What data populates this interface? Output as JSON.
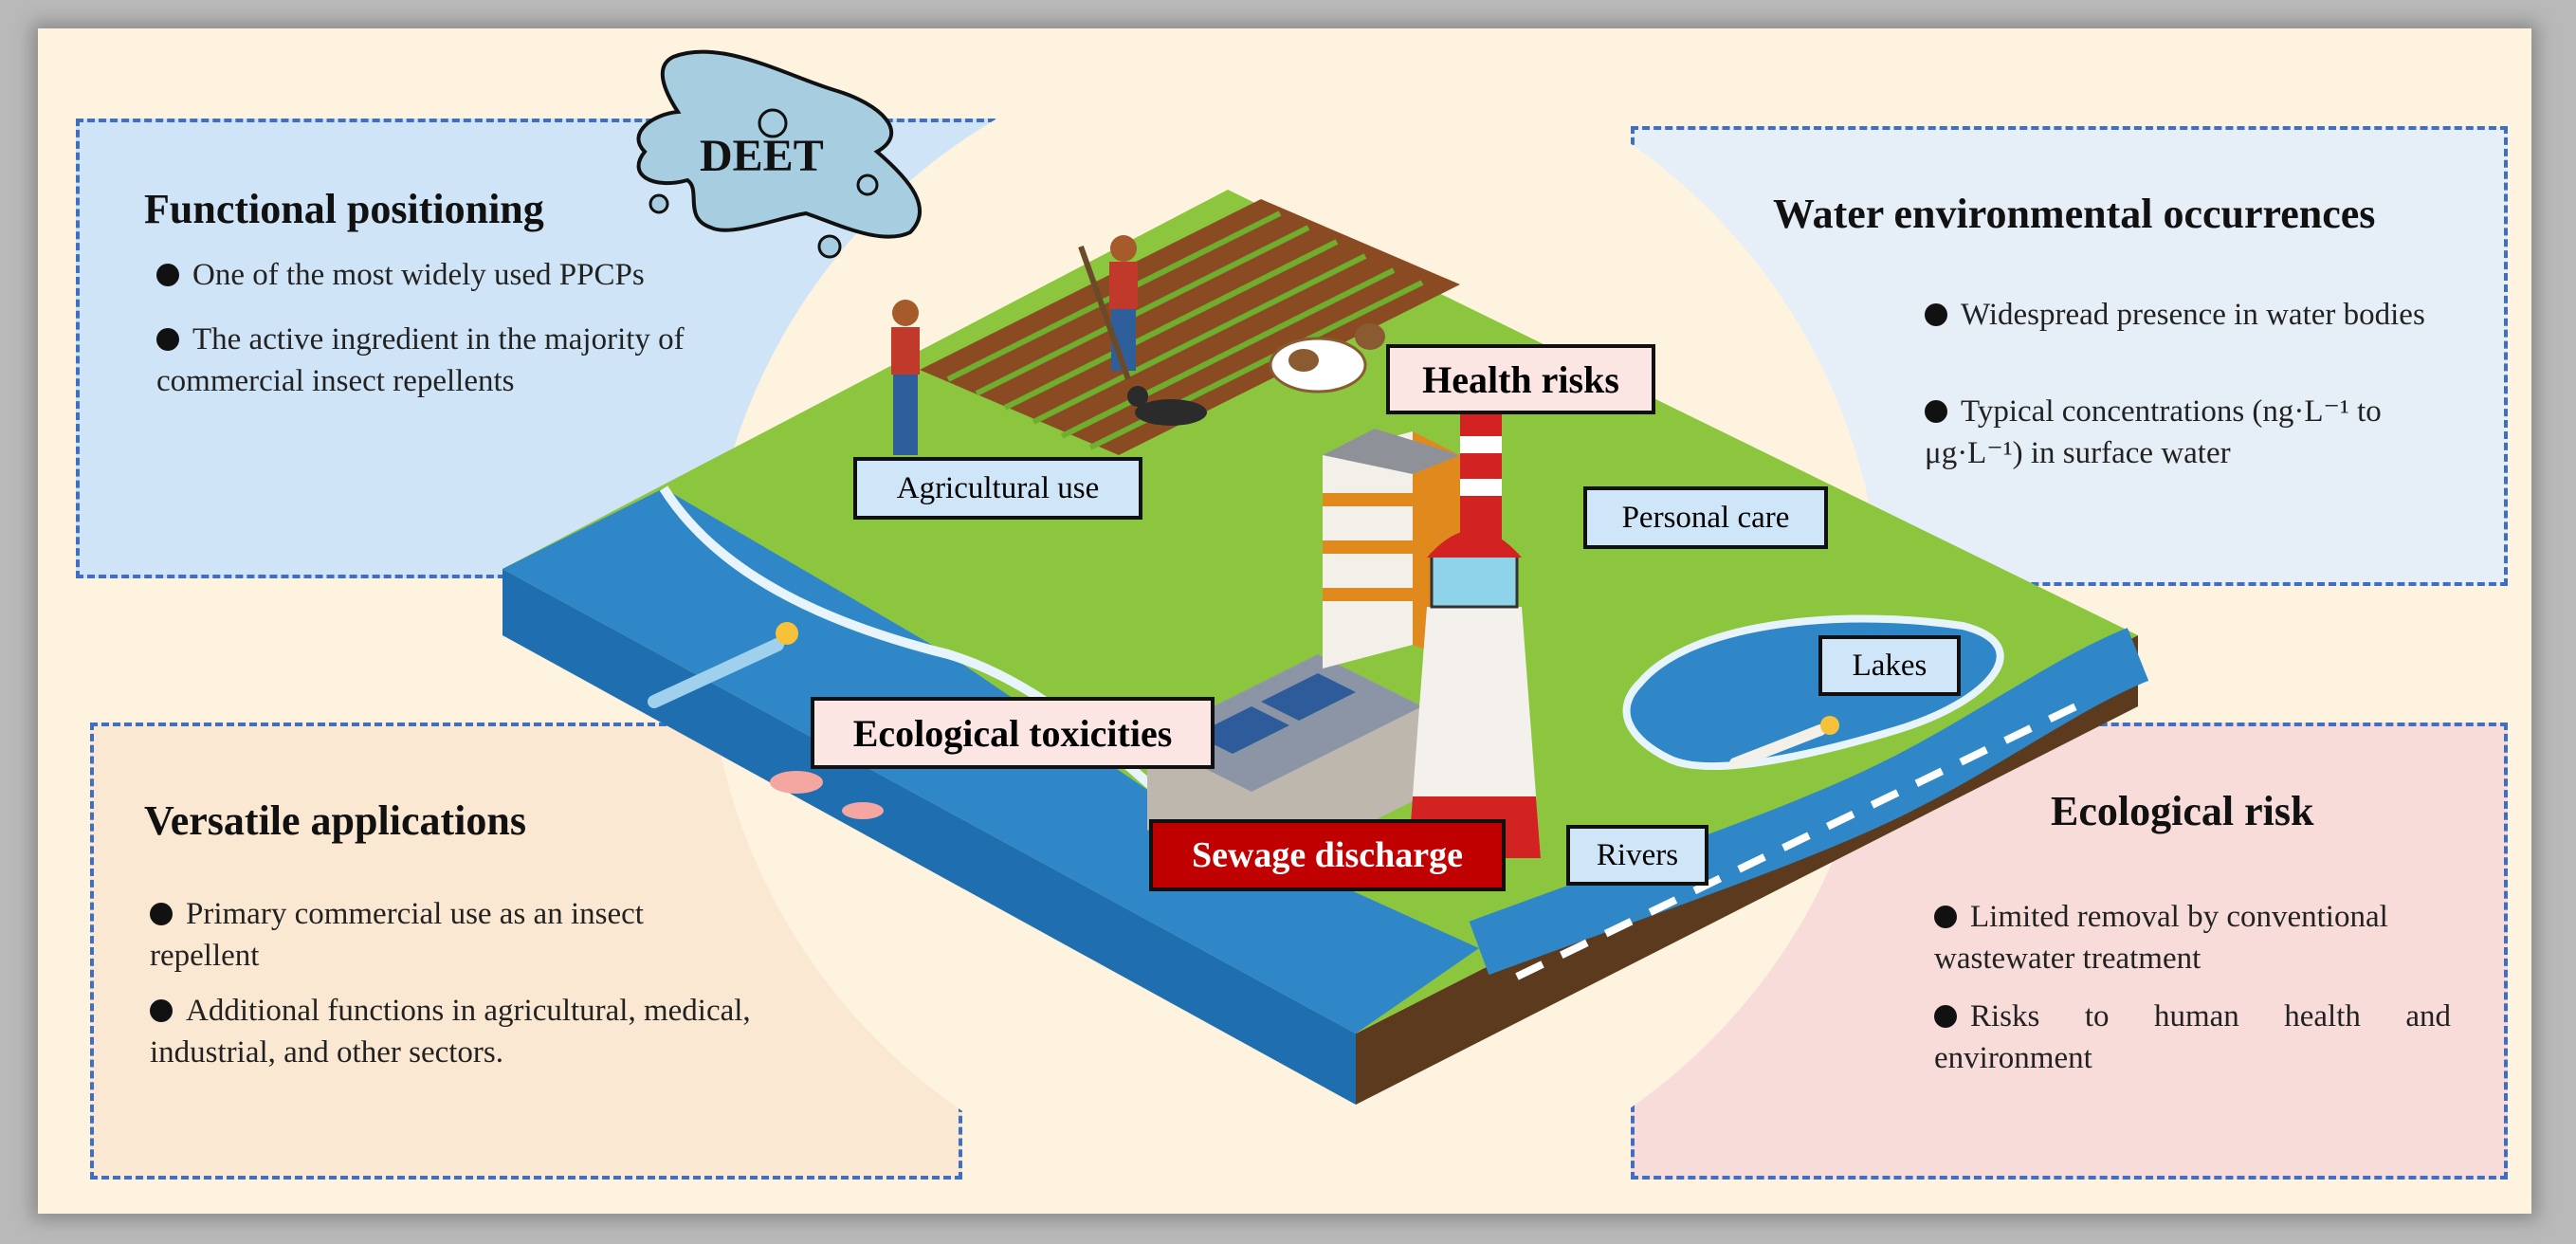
{
  "splash_label": "DEET",
  "panels": {
    "functional": {
      "title": "Functional positioning",
      "items": [
        "One of the most widely used PPCPs",
        "The active ingredient in the majority of commercial insect repellents"
      ]
    },
    "water": {
      "title": "Water environmental occurrences",
      "items": [
        "Widespread presence in water bodies",
        "Typical concentrations (ng·L⁻¹ to μg·L⁻¹) in surface water"
      ]
    },
    "versatile": {
      "title": "Versatile applications",
      "items": [
        "Primary commercial use as an insect repellent",
        "Additional functions in agricultural, medical, industrial, and other sectors."
      ]
    },
    "ecorisk": {
      "title": "Ecological risk",
      "items": [
        "Limited removal by conventional wastewater treatment",
        "Risks to human health and environment"
      ]
    }
  },
  "labels": {
    "agricultural_use": "Agricultural use",
    "health_risks": "Health risks",
    "personal_care": "Personal care",
    "lakes": "Lakes",
    "ecological_toxicities": "Ecological toxicities",
    "sewage_discharge": "Sewage discharge",
    "rivers": "Rivers"
  },
  "colors": {
    "background": "#fdf3df",
    "panel_blue": "#cfe4f6",
    "panel_lightblue": "#e6eef8",
    "panel_peach": "#fbe8d2",
    "panel_pink": "#f7dcd9",
    "dashed_border": "#3f6fc2",
    "grass": "#8cc63f",
    "water": "#2f87c8",
    "sewage_red": "#c00000"
  }
}
